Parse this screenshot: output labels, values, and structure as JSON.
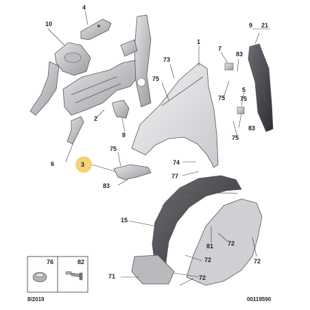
{
  "labels": {
    "l1": "1",
    "l2": "2",
    "l3": "3",
    "l4": "4",
    "l5": "5",
    "l6": "6",
    "l7": "7",
    "l8": "8",
    "l9": "9",
    "l10": "10",
    "l15": "15",
    "l21": "21",
    "l71": "71",
    "l72a": "72",
    "l72b": "72",
    "l72c": "72",
    "l72d": "72",
    "l73": "73",
    "l74": "74",
    "l75a": "75",
    "l75b": "75",
    "l75c": "75",
    "l75d": "75",
    "l75e": "75",
    "l77": "77",
    "l81": "81",
    "l83a": "83",
    "l83b": "83",
    "l83c": "83"
  },
  "legend": {
    "left": "76",
    "right": "82"
  },
  "footer": {
    "date": "8/2019",
    "ref": "00119590"
  },
  "colors": {
    "highlight": "#f3d27a",
    "part_fill": "#d9d9dc",
    "part_dark": "#8a8a90",
    "liner": "#3a3a40"
  }
}
